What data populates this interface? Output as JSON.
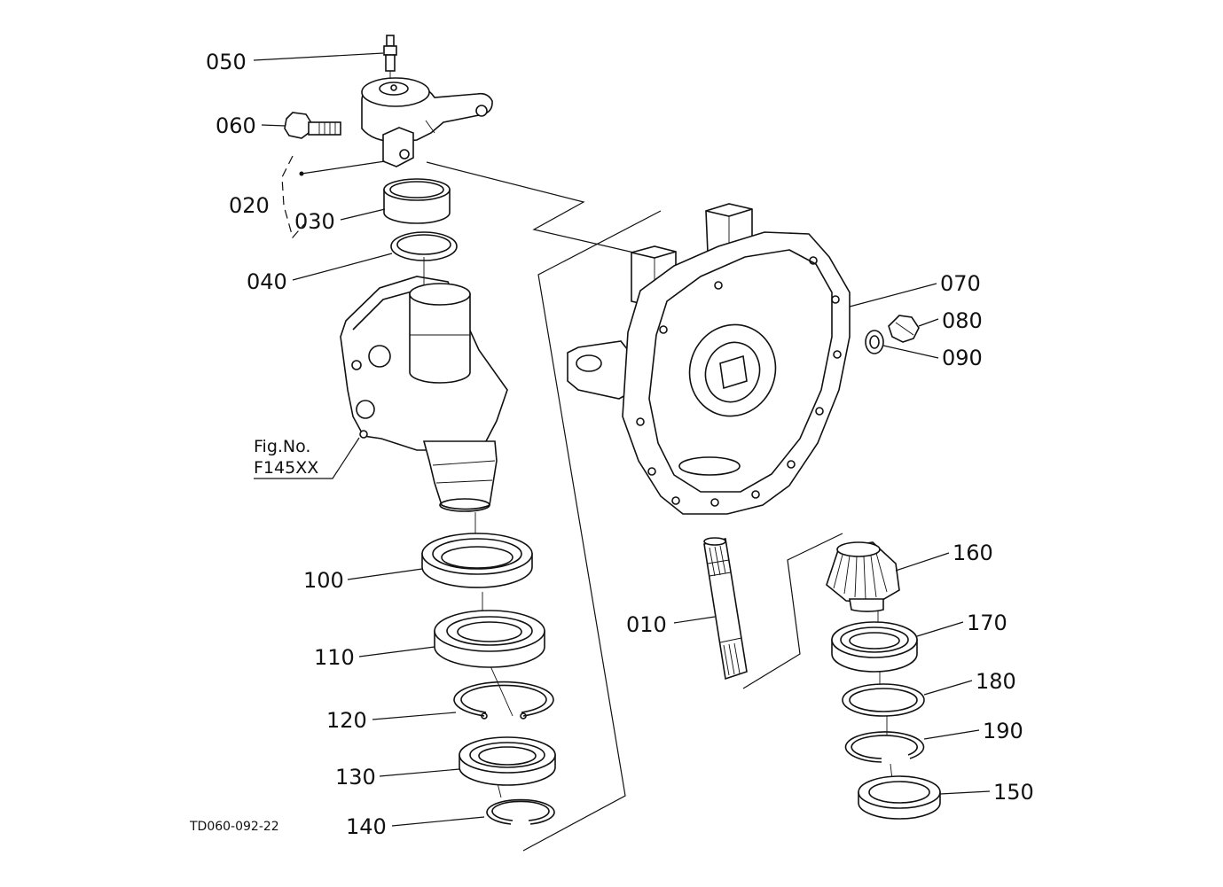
{
  "diagram": {
    "drawing_code": "TD060-092-22",
    "figure_reference": {
      "line1": "Fig.No.",
      "line2": "F145XX"
    },
    "part_labels": {
      "p010": "010",
      "p020": "020",
      "p030": "030",
      "p040": "040",
      "p050": "050",
      "p060": "060",
      "p070": "070",
      "p080": "080",
      "p090": "090",
      "p100": "100",
      "p110": "110",
      "p120": "120",
      "p130": "130",
      "p140": "140",
      "p150": "150",
      "p160": "160",
      "p170": "170",
      "p180": "180",
      "p190": "190"
    }
  }
}
